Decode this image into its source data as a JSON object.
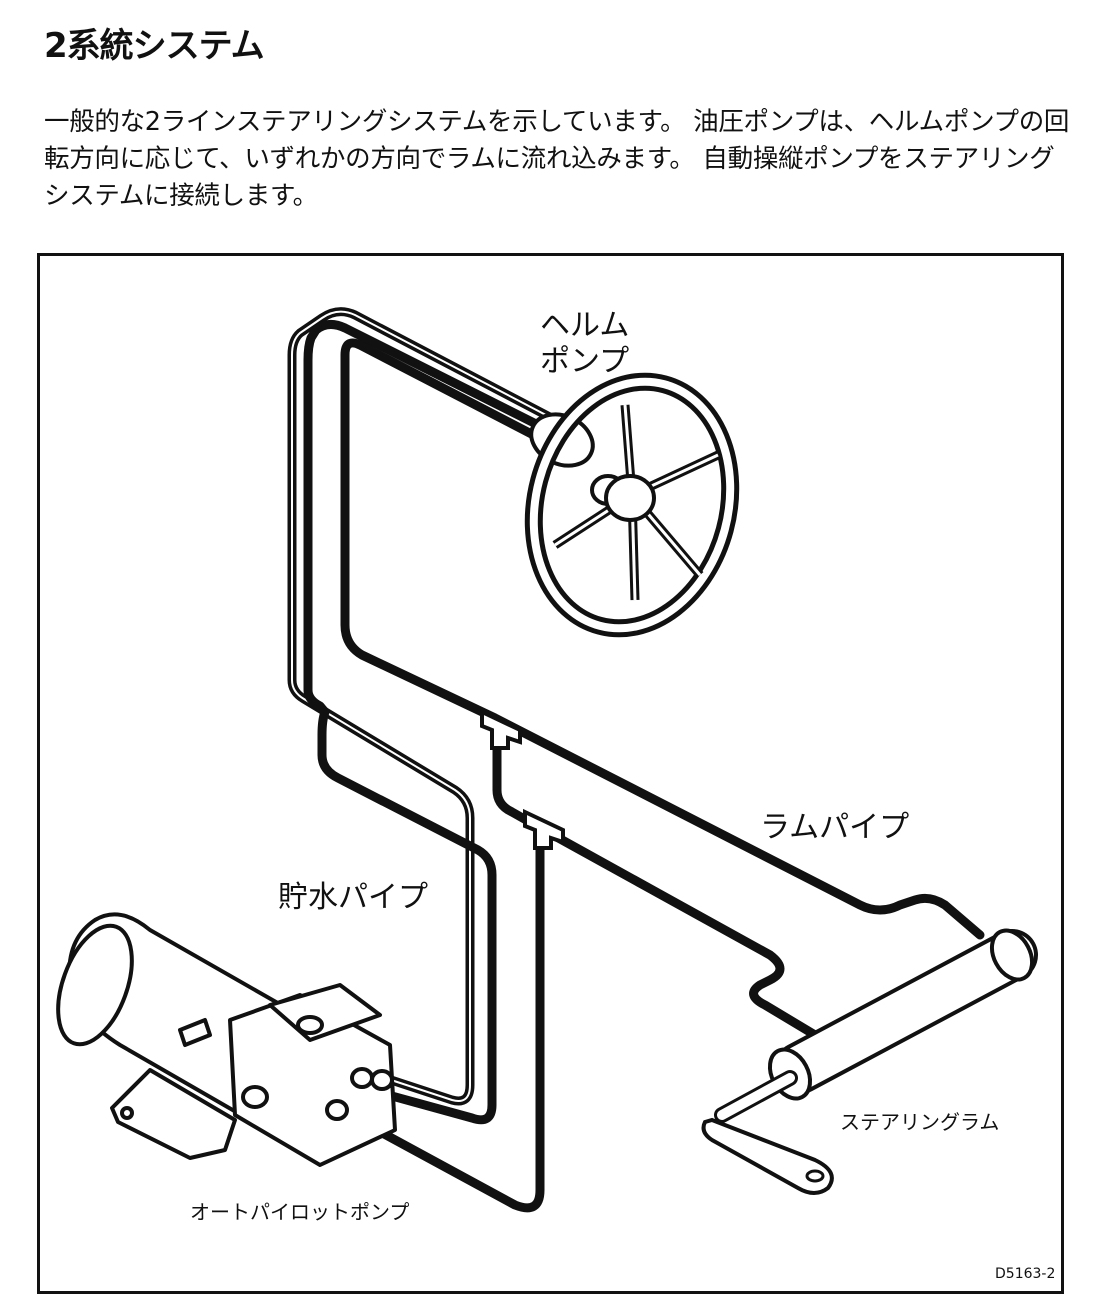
{
  "heading": "2系統システム",
  "intro": "一般的な2ラインステアリングシステムを示しています。 油圧ポンプは、ヘルムポンプの回転方向に応じて、いずれかの方向でラムに流れ込みます。 自動操縦ポンプをステアリングシステムに接続します。",
  "diagram": {
    "labels": {
      "helm_pump_line1": "ヘルム",
      "helm_pump_line2": "ポンプ",
      "ram_pipe": "ラムパイプ",
      "reservoir_pipe": "貯水パイプ",
      "autopilot_pump": "オートパイロットポンプ",
      "steering_ram": "ステアリングラム"
    },
    "figure_code": "D5163-2"
  }
}
